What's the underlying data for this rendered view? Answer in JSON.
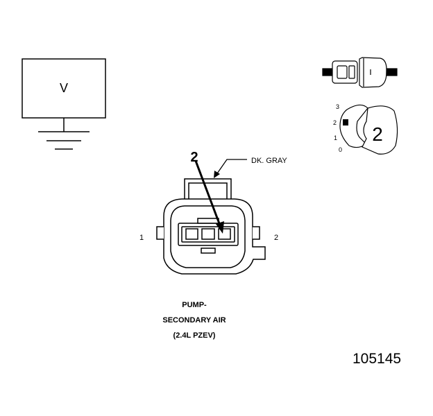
{
  "voltmeter": {
    "symbol": "V"
  },
  "connector": {
    "callout_pin": "2",
    "wire_color": "DK. GRAY",
    "pin_left": "1",
    "pin_right": "2"
  },
  "caption": {
    "line1": "PUMP-",
    "line2": "SECONDARY AIR",
    "line3": "(2.4L PZEV)"
  },
  "test_probe": {
    "label": "2",
    "scale": [
      "3",
      "2",
      "1",
      "0"
    ]
  },
  "doc_number": "105145"
}
